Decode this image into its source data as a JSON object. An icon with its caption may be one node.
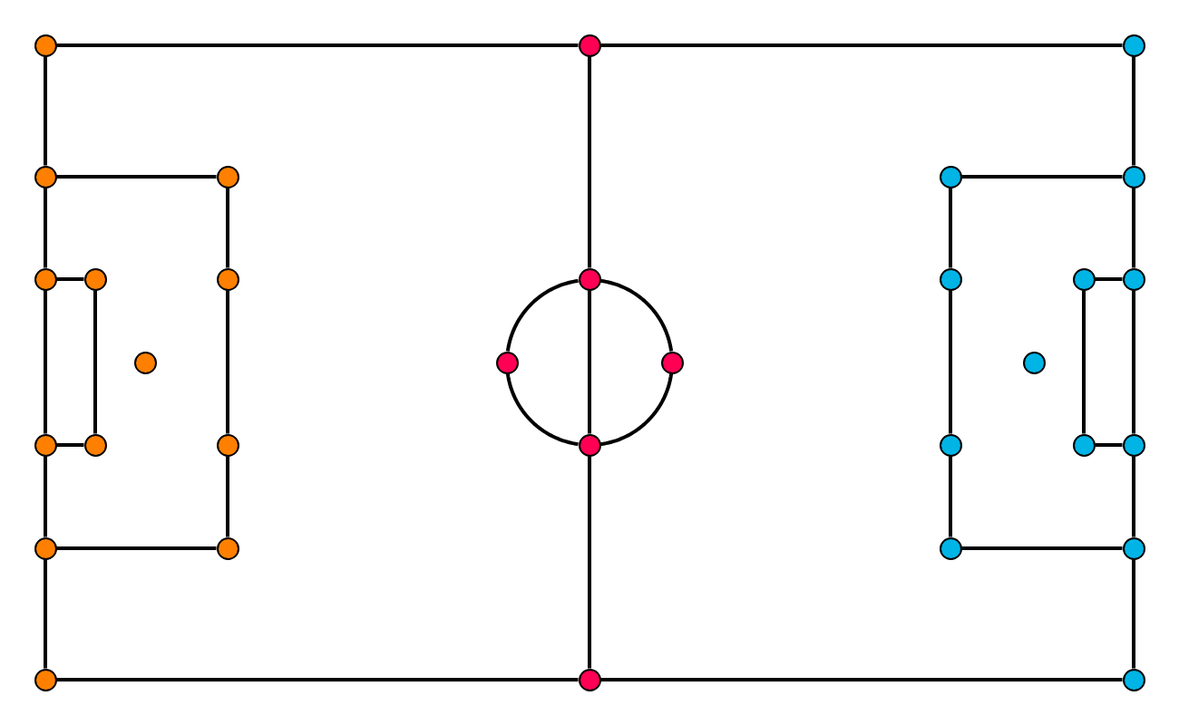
{
  "diagram": {
    "nodes": [
      {
        "text": [],
        "shape": "circle"
      },
      {
        "text": [],
        "shape": "circle"
      },
      {
        "text": [],
        "shape": "circle"
      },
      {
        "text": [],
        "shape": "circle"
      },
      {
        "text": [],
        "shape": "circle"
      },
      {
        "text": [],
        "shape": "circle"
      },
      {
        "text": [],
        "shape": "circle"
      },
      {
        "text": [],
        "shape": "circle"
      },
      {
        "text": [],
        "shape": "circle"
      },
      {
        "text": [],
        "shape": "circle"
      },
      {
        "text": [],
        "shape": "circle"
      },
      {
        "text": [],
        "shape": "circle"
      },
      {
        "text": [],
        "shape": "circle"
      },
      {
        "text": [],
        "shape": "circle"
      },
      {
        "text": [],
        "shape": "circle"
      },
      {
        "text": [],
        "shape": "circle"
      },
      {
        "text": [],
        "shape": "circle"
      },
      {
        "text": [],
        "shape": "circle"
      },
      {
        "text": [],
        "shape": "circle"
      },
      {
        "text": [],
        "shape": "circle"
      },
      {
        "text": [],
        "shape": "circle"
      },
      {
        "text": [],
        "shape": "circle"
      },
      {
        "text": [],
        "shape": "circle"
      },
      {
        "text": [],
        "shape": "circle"
      },
      {
        "text": [],
        "shape": "circle"
      },
      {
        "text": [],
        "shape": "circle"
      },
      {
        "text": [],
        "shape": "circle"
      },
      {
        "text": [],
        "shape": "circle"
      },
      {
        "text": [],
        "shape": "circle"
      },
      {
        "text": [],
        "shape": "circle"
      },
      {
        "text": [],
        "shape": "circle"
      },
      {
        "text": [],
        "shape": "circle"
      }
    ],
    "edges": [
      {
        "from": 0,
        "to": 1,
        "arrow": "none"
      },
      {
        "from": 1,
        "to": 2,
        "arrow": "none"
      },
      {
        "from": 29,
        "to": 30,
        "arrow": "none"
      },
      {
        "from": 30,
        "to": 31,
        "arrow": "none"
      },
      {
        "from": 0,
        "to": 3,
        "arrow": "none"
      },
      {
        "from": 3,
        "to": 7,
        "arrow": "none"
      },
      {
        "from": 7,
        "to": 18,
        "arrow": "none"
      },
      {
        "from": 18,
        "to": 25,
        "arrow": "none"
      },
      {
        "from": 25,
        "to": 29,
        "arrow": "none"
      },
      {
        "from": 2,
        "to": 6,
        "arrow": "none"
      },
      {
        "from": 6,
        "to": 13,
        "arrow": "none"
      },
      {
        "from": 13,
        "to": 24,
        "arrow": "none"
      },
      {
        "from": 24,
        "to": 28,
        "arrow": "none"
      },
      {
        "from": 28,
        "to": 31,
        "arrow": "none"
      },
      {
        "from": 3,
        "to": 4,
        "arrow": "none"
      },
      {
        "from": 4,
        "to": 9,
        "arrow": "none"
      },
      {
        "from": 9,
        "to": 20,
        "arrow": "none"
      },
      {
        "from": 20,
        "to": 26,
        "arrow": "none"
      },
      {
        "from": 26,
        "to": 25,
        "arrow": "none"
      },
      {
        "from": 7,
        "to": 8,
        "arrow": "none"
      },
      {
        "from": 8,
        "to": 19,
        "arrow": "none"
      },
      {
        "from": 19,
        "to": 18,
        "arrow": "none"
      },
      {
        "from": 6,
        "to": 5,
        "arrow": "none"
      },
      {
        "from": 5,
        "to": 11,
        "arrow": "none"
      },
      {
        "from": 11,
        "to": 22,
        "arrow": "none"
      },
      {
        "from": 22,
        "to": 27,
        "arrow": "none"
      },
      {
        "from": 27,
        "to": 28,
        "arrow": "none"
      },
      {
        "from": 13,
        "to": 12,
        "arrow": "none"
      },
      {
        "from": 12,
        "to": 23,
        "arrow": "none"
      },
      {
        "from": 23,
        "to": 24,
        "arrow": "none"
      },
      {
        "from": 1,
        "to": 10,
        "arrow": "none"
      },
      {
        "from": 10,
        "to": 21,
        "arrow": "none"
      },
      {
        "from": 21,
        "to": 30,
        "arrow": "none"
      },
      {
        "from": 10,
        "to": 16,
        "arrow": "none"
      },
      {
        "from": 16,
        "to": 21,
        "arrow": "none"
      },
      {
        "from": 21,
        "to": 15,
        "arrow": "none"
      },
      {
        "from": 15,
        "to": 10,
        "arrow": "none"
      }
    ]
  }
}
